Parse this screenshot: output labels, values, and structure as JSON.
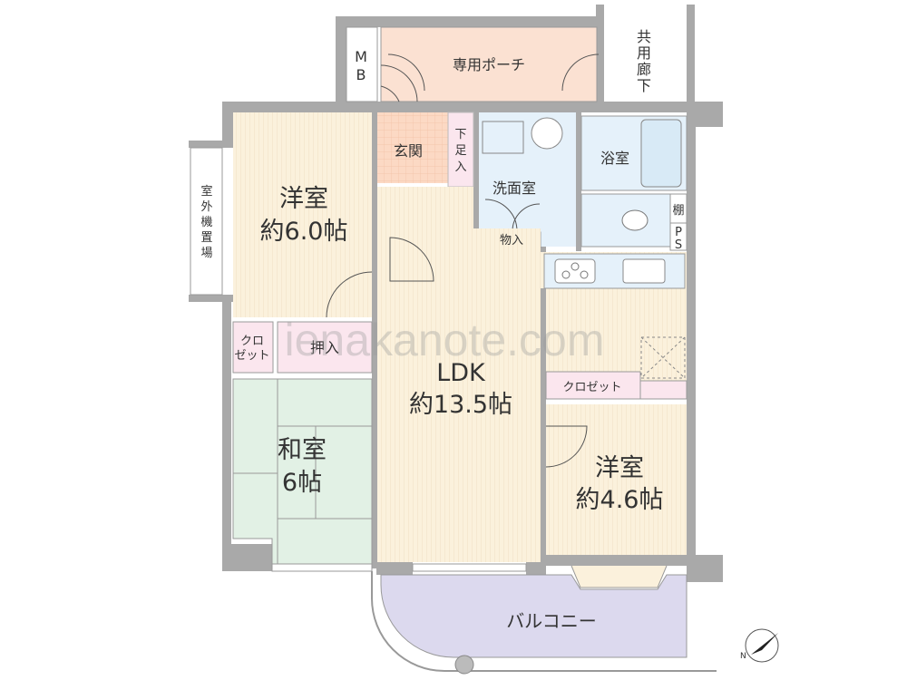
{
  "plan": {
    "rooms": {
      "porch": "専用ポーチ",
      "mb": [
        "M",
        "B"
      ],
      "corridor": [
        "共",
        "用",
        "廊",
        "下"
      ],
      "outdoor_unit": [
        "室",
        "外",
        "機",
        "置",
        "場"
      ],
      "western1_name": "洋室",
      "western1_size": "約6.0帖",
      "entrance": "玄関",
      "shoe_box": [
        "下",
        "足",
        "入"
      ],
      "washroom": "洗面室",
      "bath": "浴室",
      "shelf": "棚",
      "ps": [
        "P",
        "S"
      ],
      "storage": "物入",
      "closet_small": [
        "クロ",
        "ゼット"
      ],
      "oshiire": "押入",
      "ldk_name": "LDK",
      "ldk_size": "約13.5帖",
      "closet": "クロゼット",
      "washitsu_name": "和室",
      "washitsu_size": "6帖",
      "western2_name": "洋室",
      "western2_size": "約4.6帖",
      "balcony": "バルコニー"
    },
    "compass_label": "N",
    "watermark": "ienakanote.com",
    "colors": {
      "wall": "#a9a9a9",
      "flooring": "#fbf1dc",
      "porch": "#fbe1d2",
      "wet": "#e5f1fa",
      "storage": "#fbe6ee",
      "tatami": "#e2f1e5",
      "balcony": "#dcd9ee"
    }
  }
}
